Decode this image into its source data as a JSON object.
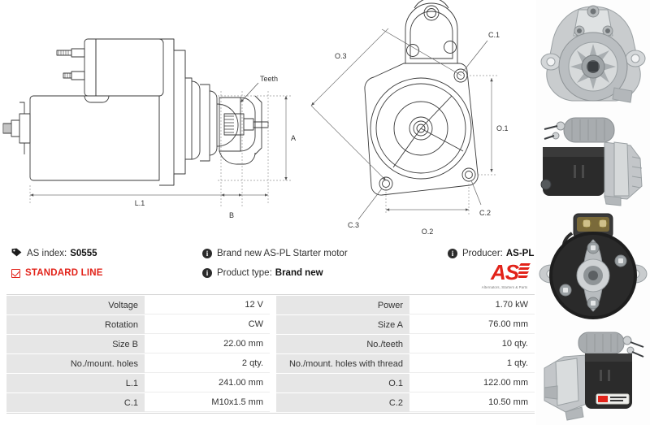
{
  "product": {
    "as_index_label": "AS index:",
    "as_index_value": "S0555",
    "standard_line": "STANDARD LINE",
    "description": "Brand new AS-PL Starter motor",
    "product_type_label": "Product type:",
    "product_type_value": "Brand new",
    "producer_label": "Producer:",
    "producer_value": "AS-PL"
  },
  "brand": {
    "mark": "AS",
    "tagline": "Alternators, Starters & Parts",
    "color": "#e2231a"
  },
  "drawings": {
    "side_view": {
      "labels": {
        "teeth": "Teeth",
        "length": "L.1",
        "height": "A",
        "depth": "B"
      }
    },
    "front_view": {
      "labels": {
        "diagonal": "O.3",
        "hole_top_right": "C.1",
        "hole_bottom_left": "C.3",
        "hole_bottom_right": "C.2",
        "vertical": "O.1",
        "horizontal": "O.2"
      }
    }
  },
  "spec_table": {
    "rows": [
      {
        "label_left": "Voltage",
        "value_left": "12 V",
        "label_right": "Power",
        "value_right": "1.70 kW"
      },
      {
        "label_left": "Rotation",
        "value_left": "CW",
        "label_right": "Size A",
        "value_right": "76.00 mm"
      },
      {
        "label_left": "Size B",
        "value_left": "22.00 mm",
        "label_right": "No./teeth",
        "value_right": "10 qty."
      },
      {
        "label_left": "No./mount. holes",
        "value_left": "2 qty.",
        "label_right": "No./mount. holes with thread",
        "value_right": "1 qty."
      },
      {
        "label_left": "L.1",
        "value_left": "241.00 mm",
        "label_right": "O.1",
        "value_right": "122.00 mm"
      },
      {
        "label_left": "C.1",
        "value_left": "M10x1.5 mm",
        "label_right": "C.2",
        "value_right": "10.50 mm"
      }
    ]
  },
  "photos": [
    {
      "name": "starter-drive-end-front-photo"
    },
    {
      "name": "starter-side-view-photo"
    },
    {
      "name": "starter-commutator-end-photo"
    },
    {
      "name": "starter-angled-view-photo"
    }
  ]
}
